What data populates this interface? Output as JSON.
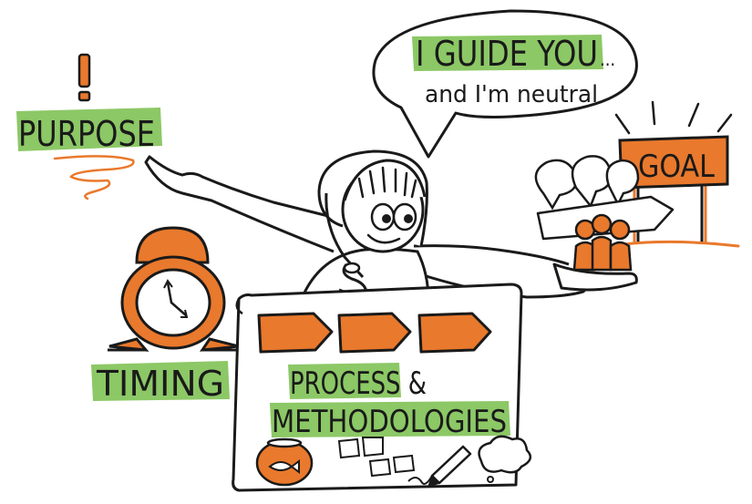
{
  "colors": {
    "ink": "#1a1a1a",
    "orange": "#e9792c",
    "green": "#8cc866",
    "paper": "#ffffff"
  },
  "icons": [
    "exclamation-icon",
    "spiral-doodle",
    "alarm-clock-icon",
    "speech-bubble-icon",
    "goal-signpost-icon",
    "group-of-people-icon",
    "discussion-bubbles-icon",
    "fishbowl-icon",
    "sticky-notes-icon",
    "pencil-icon",
    "thought-cloud-icon",
    "process-arrows-icon"
  ],
  "speech": {
    "line1": "I GUIDE YOU",
    "ellipsis": "...",
    "line2": "and I'm neutral"
  },
  "labels": {
    "purpose": "PURPOSE",
    "timing": "TIMING",
    "goal": "GOAL",
    "process_line1": "PROCESS &",
    "process_line2": "METHODOLOGIES"
  }
}
